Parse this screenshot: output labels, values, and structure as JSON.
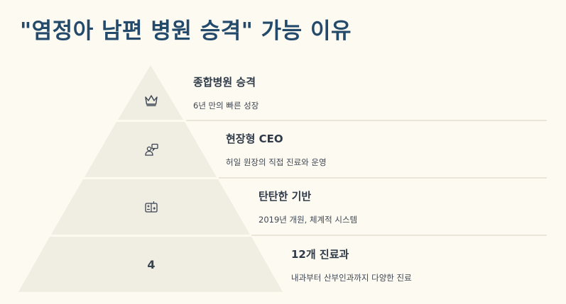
{
  "title": "\"염정아 남편 병원 승격\" 가능 이유",
  "levels": [
    {
      "icon": "crown-icon",
      "heading": "종합병원 승격",
      "description": "6년 만의 빠른 성장"
    },
    {
      "icon": "user-chat-icon",
      "heading": "현장형 CEO",
      "description": "허일 원장의 직접 진료와 운영"
    },
    {
      "icon": "medical-chart-icon",
      "heading": "탄탄한 기반",
      "description": "2019년 개원, 체계적 시스템"
    },
    {
      "icon": "number-label",
      "icon_text": "4",
      "heading": "12개 진료과",
      "description": "내과부터 산부인과까지 다양한 진료"
    }
  ],
  "colors": {
    "title": "#244a6b",
    "tier_fill": "#f0ede3",
    "background": "#fdfaf2",
    "divider": "#ebe6da"
  }
}
